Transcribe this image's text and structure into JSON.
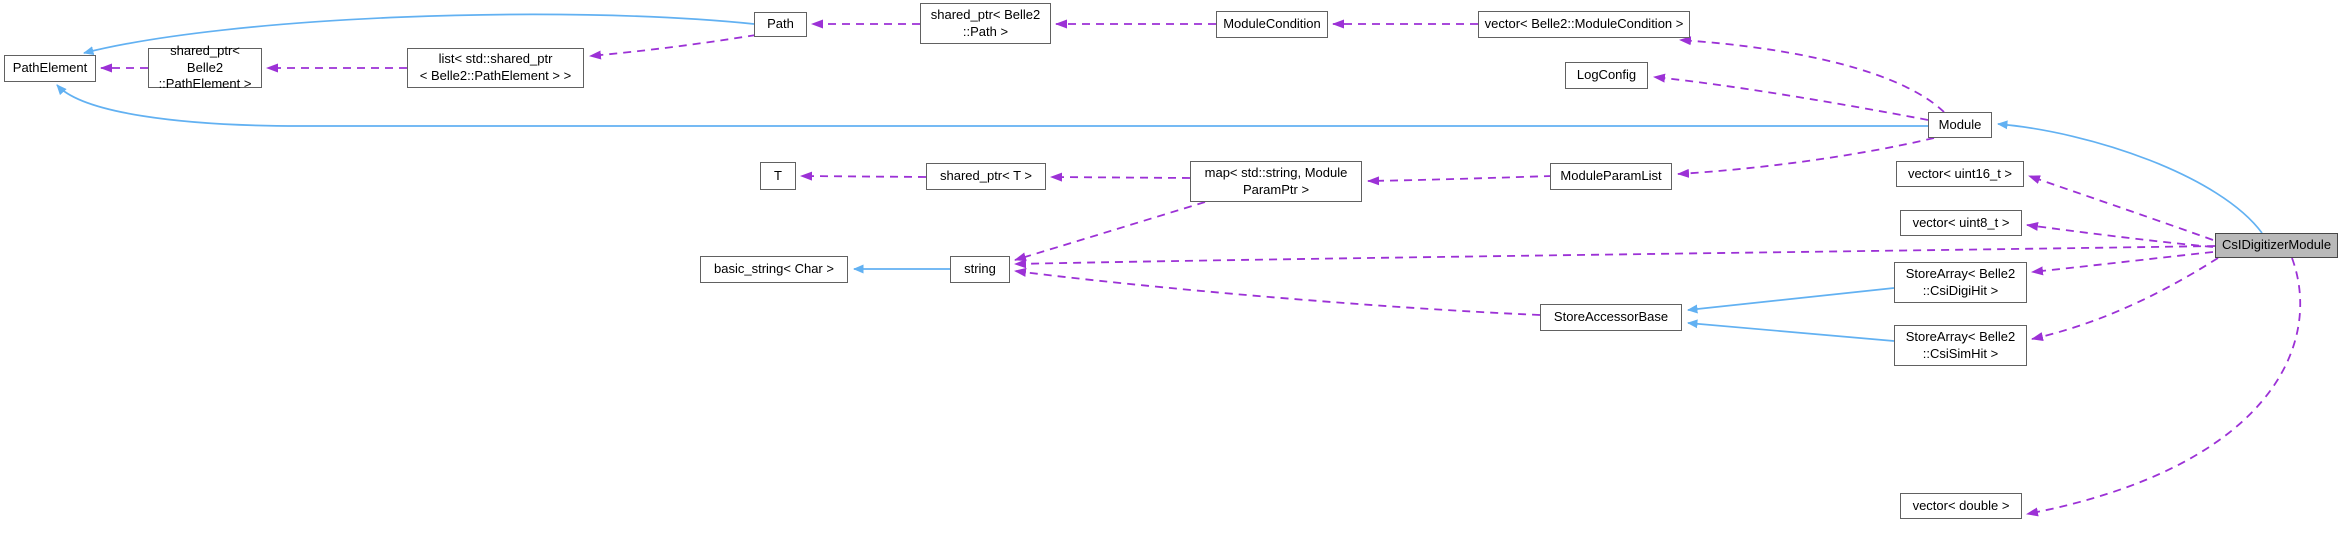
{
  "diagram": {
    "type": "doxygen-collaboration-graph",
    "selected_node": "CsIDigitizerModule",
    "colors": {
      "background": "#ffffff",
      "inheritance_edge": "#62b1f2",
      "usage_edge": "#9c31d6",
      "node_fill": "#ffffff",
      "node_border": "#616161",
      "selected_node_fill": "#b9b9b9",
      "text": "#000000"
    },
    "nodes": {
      "pathelement": {
        "label": "PathElement"
      },
      "sptr_pathelement": {
        "label": "shared_ptr< Belle2\n::PathElement >"
      },
      "list_sptr": {
        "label": "list< std::shared_ptr\n< Belle2::PathElement > >"
      },
      "path": {
        "label": "Path"
      },
      "sptr_path": {
        "label": "shared_ptr< Belle2\n::Path >"
      },
      "modulecondition": {
        "label": "ModuleCondition"
      },
      "vector_mc": {
        "label": "vector< Belle2::ModuleCondition >"
      },
      "logconfig": {
        "label": "LogConfig"
      },
      "module": {
        "label": "Module"
      },
      "t": {
        "label": "T"
      },
      "sptr_t": {
        "label": "shared_ptr< T >"
      },
      "map_param": {
        "label": "map< std::string, Module\nParamPtr >"
      },
      "moduleparamlist": {
        "label": "ModuleParamList"
      },
      "vector_uint16": {
        "label": "vector< uint16_t >"
      },
      "vector_uint8": {
        "label": "vector< uint8_t >"
      },
      "basic_string": {
        "label": "basic_string< Char >"
      },
      "string": {
        "label": "string"
      },
      "storeaccessorbase": {
        "label": "StoreAccessorBase"
      },
      "storearray_digi": {
        "label": "StoreArray< Belle2\n::CsiDigiHit >"
      },
      "storearray_sim": {
        "label": "StoreArray< Belle2\n::CsiSimHit >"
      },
      "csidigitizermodule": {
        "label": "CsIDigitizerModule"
      },
      "vector_double": {
        "label": "vector< double >"
      }
    },
    "edges": [
      {
        "from": "Path",
        "to": "PathElement",
        "type": "inheritance"
      },
      {
        "from": "Module",
        "to": "PathElement",
        "type": "inheritance"
      },
      {
        "from": "string",
        "to": "basic_string< Char >",
        "type": "inheritance"
      },
      {
        "from": "StoreArray< Belle2::CsiDigiHit >",
        "to": "StoreAccessorBase",
        "type": "inheritance"
      },
      {
        "from": "StoreArray< Belle2::CsiSimHit >",
        "to": "StoreAccessorBase",
        "type": "inheritance"
      },
      {
        "from": "CsIDigitizerModule",
        "to": "Module",
        "type": "inheritance"
      },
      {
        "from": "shared_ptr< Belle2::PathElement >",
        "to": "PathElement",
        "type": "usage"
      },
      {
        "from": "list< std::shared_ptr< Belle2::PathElement > >",
        "to": "shared_ptr< Belle2::PathElement >",
        "type": "usage"
      },
      {
        "from": "Path",
        "to": "list< std::shared_ptr< Belle2::PathElement > >",
        "type": "usage"
      },
      {
        "from": "shared_ptr< Belle2::Path >",
        "to": "Path",
        "type": "usage"
      },
      {
        "from": "ModuleCondition",
        "to": "shared_ptr< Belle2::Path >",
        "type": "usage"
      },
      {
        "from": "vector< Belle2::ModuleCondition >",
        "to": "ModuleCondition",
        "type": "usage"
      },
      {
        "from": "Module",
        "to": "vector< Belle2::ModuleCondition >",
        "type": "usage"
      },
      {
        "from": "Module",
        "to": "LogConfig",
        "type": "usage"
      },
      {
        "from": "Module",
        "to": "ModuleParamList",
        "type": "usage"
      },
      {
        "from": "ModuleParamList",
        "to": "map< std::string, ModuleParamPtr >",
        "type": "usage"
      },
      {
        "from": "map< std::string, ModuleParamPtr >",
        "to": "shared_ptr< T >",
        "type": "usage"
      },
      {
        "from": "shared_ptr< T >",
        "to": "T",
        "type": "usage"
      },
      {
        "from": "map< std::string, ModuleParamPtr >",
        "to": "string",
        "type": "usage"
      },
      {
        "from": "StoreAccessorBase",
        "to": "string",
        "type": "usage"
      },
      {
        "from": "CsIDigitizerModule",
        "to": "string",
        "type": "usage"
      },
      {
        "from": "CsIDigitizerModule",
        "to": "vector< uint16_t >",
        "type": "usage"
      },
      {
        "from": "CsIDigitizerModule",
        "to": "vector< uint8_t >",
        "type": "usage"
      },
      {
        "from": "CsIDigitizerModule",
        "to": "StoreArray< Belle2::CsiDigiHit >",
        "type": "usage"
      },
      {
        "from": "CsIDigitizerModule",
        "to": "StoreArray< Belle2::CsiSimHit >",
        "type": "usage"
      },
      {
        "from": "CsIDigitizerModule",
        "to": "vector< double >",
        "type": "usage"
      }
    ]
  }
}
